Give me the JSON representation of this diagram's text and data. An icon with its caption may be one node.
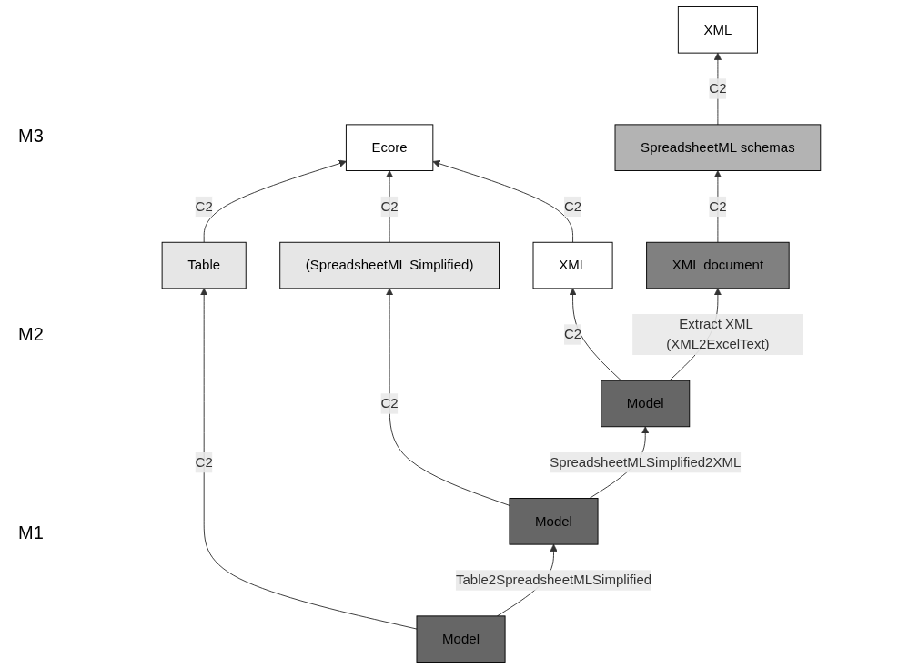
{
  "diagram": {
    "nodes": [
      {
        "text": [
          "Ecore"
        ]
      },
      {
        "text": [
          "XML"
        ]
      },
      {
        "text": [
          "Table"
        ]
      },
      {
        "text": [
          "(SpreadsheetML Simplified)"
        ]
      },
      {
        "text": [
          "XML"
        ]
      },
      {
        "text": [
          "SpreadsheetML schemas"
        ]
      },
      {
        "text": [
          "Model"
        ]
      },
      {
        "text": [
          "Model"
        ]
      },
      {
        "text": [
          "Model"
        ]
      },
      {
        "text": [
          "XML document"
        ]
      }
    ],
    "edges": [
      {
        "from": 2,
        "to": 0,
        "arrow": "to",
        "label": "C2"
      },
      {
        "from": 3,
        "to": 0,
        "arrow": "to",
        "label": "C2"
      },
      {
        "from": 4,
        "to": 0,
        "arrow": "to",
        "label": "C2"
      },
      {
        "from": 5,
        "to": 1,
        "arrow": "to",
        "label": "C2"
      },
      {
        "from": 6,
        "to": 2,
        "arrow": "to",
        "label": "C2"
      },
      {
        "from": 7,
        "to": 3,
        "arrow": "to",
        "label": "C2"
      },
      {
        "from": 8,
        "to": 4,
        "arrow": "to",
        "label": "C2"
      },
      {
        "from": 9,
        "to": 5,
        "arrow": "to",
        "label": "C2"
      },
      {
        "from": 6,
        "to": 7,
        "arrow": "to",
        "label": "Table2SpreadsheetMLSimplified"
      },
      {
        "from": 7,
        "to": 8,
        "arrow": "to",
        "label": "SpreadsheetMLSimplified2XML"
      },
      {
        "from": 8,
        "to": 9,
        "arrow": "to",
        "label": "Extract XML (XML2ExcelText)"
      }
    ],
    "labels": [
      "M3",
      "M2",
      "M1"
    ]
  }
}
